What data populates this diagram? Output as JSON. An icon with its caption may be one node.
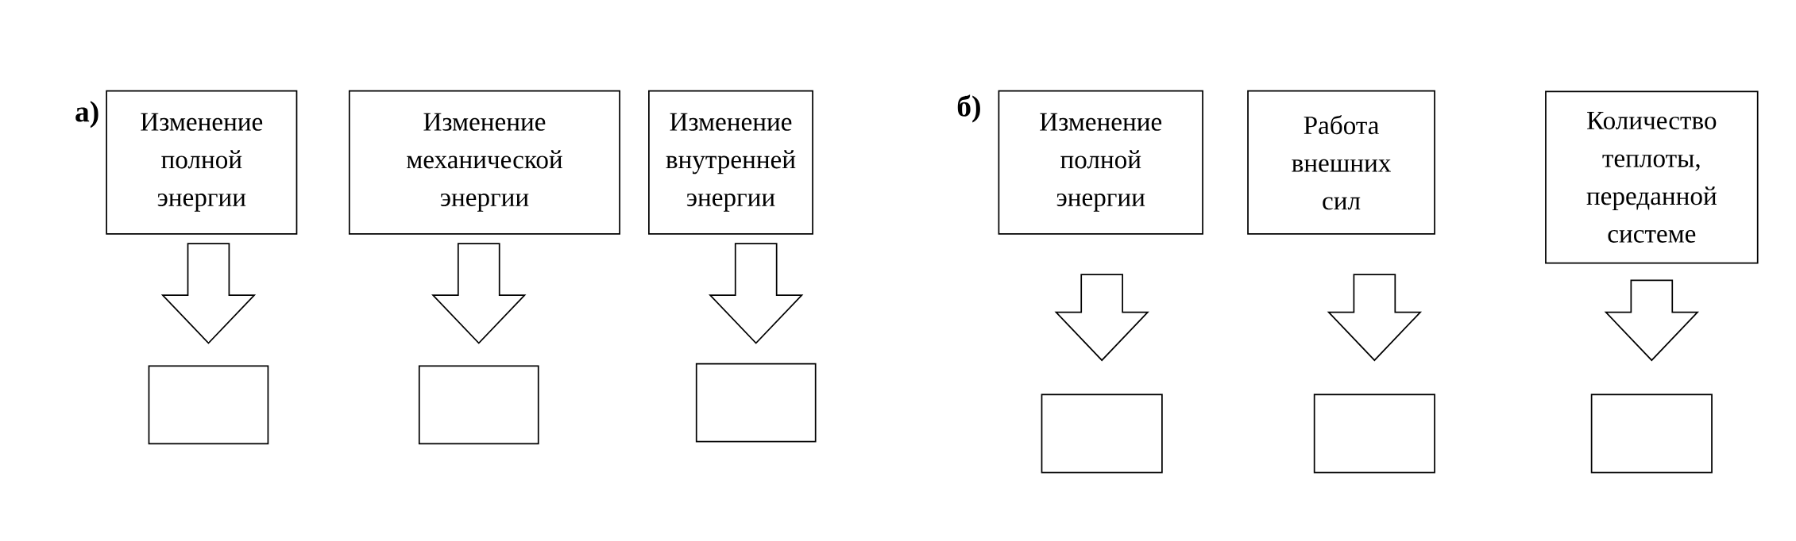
{
  "diagram": {
    "nodes": [
      {
        "text": [
          "Изменение полной энергии"
        ]
      },
      {
        "text": [
          "Изменение механической энергии"
        ]
      },
      {
        "text": [
          "Изменение внутренней энергии"
        ]
      },
      {
        "text": [
          "Изменение полной энергии"
        ]
      },
      {
        "text": [
          "Работа внешних сил"
        ]
      },
      {
        "text": [
          "Количество теплоты, переданной системе"
        ]
      },
      {
        "text": [],
        "shape": "box"
      },
      {
        "text": [],
        "shape": "box"
      },
      {
        "text": [],
        "shape": "box"
      },
      {
        "text": [],
        "shape": "box"
      },
      {
        "text": [],
        "shape": "box"
      },
      {
        "text": [],
        "shape": "box"
      }
    ],
    "edges": [
      {
        "from": 0,
        "to": 6,
        "arrow": "to"
      },
      {
        "from": 1,
        "to": 7,
        "arrow": "to"
      },
      {
        "from": 2,
        "to": 8,
        "arrow": "to"
      },
      {
        "from": 3,
        "to": 9,
        "arrow": "to"
      },
      {
        "from": 4,
        "to": 10,
        "arrow": "to"
      },
      {
        "from": 5,
        "to": 11,
        "arrow": "to"
      }
    ],
    "labels": [
      "а)",
      "б)"
    ]
  }
}
